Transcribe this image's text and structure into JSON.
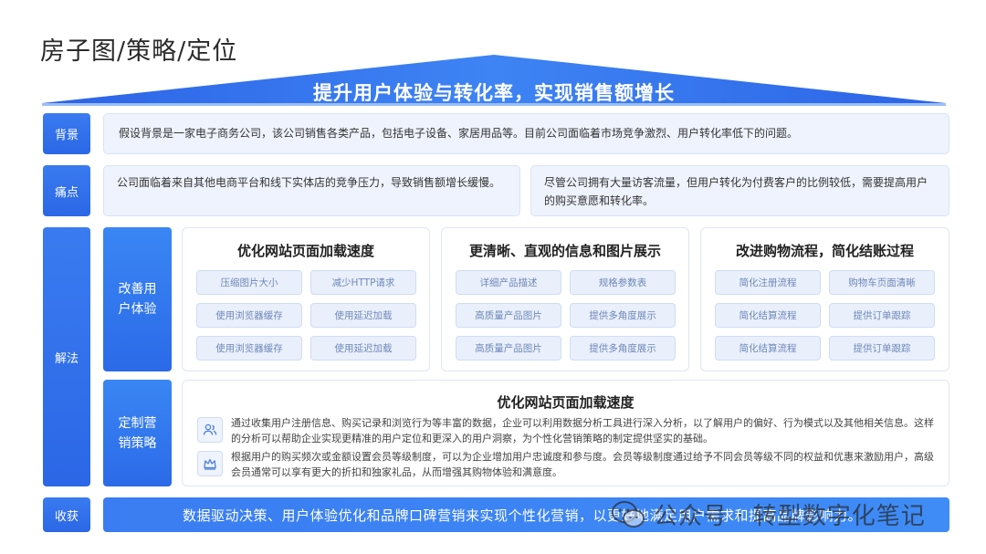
{
  "page": {
    "title": "房子图/策略/定位",
    "roof_text": "提升用户体验与转化率，实现销售额增长"
  },
  "labels": {
    "background": "背景",
    "pain_points": "痛点",
    "solution": "解法",
    "harvest": "收获"
  },
  "background": {
    "text": "假设背景是一家电子商务公司，该公司销售各类产品，包括电子设备、家居用品等。目前公司面临着市场竞争激烈、用户转化率低下的问题。"
  },
  "pain_points": {
    "left": "公司面临着来自其他电商平台和线下实体店的竞争压力，导致销售额增长缓慢。",
    "right": "尽管公司拥有大量访客流量，但用户转化为付费客户的比例较低，需要提高用户的购买意愿和转化率。"
  },
  "improve_ux": {
    "label": "改善用户体验",
    "cards": [
      {
        "title": "优化网站页面加载速度",
        "chips": [
          "压缩图片大小",
          "减少HTTP请求",
          "使用浏览器缓存",
          "使用延迟加载",
          "使用浏览器缓存",
          "使用延迟加载"
        ]
      },
      {
        "title": "更清晰、直观的信息和图片展示",
        "chips": [
          "详细产品描述",
          "规格参数表",
          "高质量产品图片",
          "提供多角度展示",
          "高质量产品图片",
          "提供多角度展示"
        ]
      },
      {
        "title": "改进购物流程，简化结账过程",
        "chips": [
          "简化注册流程",
          "购物车页面清晰",
          "简化结算流程",
          "提供订单跟踪",
          "简化结算流程",
          "提供订单跟踪"
        ]
      }
    ]
  },
  "marketing": {
    "label": "定制营销策略",
    "title": "优化网站页面加载速度",
    "items": [
      {
        "icon": "users-icon",
        "text": "通过收集用户注册信息、购买记录和浏览行为等丰富的数据，企业可以利用数据分析工具进行深入分析，以了解用户的偏好、行为模式以及其他相关信息。这样的分析可以帮助企业实现更精准的用户定位和更深入的用户洞察，为个性化营销策略的制定提供坚实的基础。"
      },
      {
        "icon": "crown-icon",
        "text": "根据用户的购买频次或金额设置会员等级制度，可以为企业增加用户忠诚度和参与度。会员等级制度通过给予不同会员等级不同的权益和优惠来激励用户，高级会员通常可以享有更大的折扣和独家礼品，从而增强其购物体验和满意度。"
      }
    ]
  },
  "harvest": {
    "text": "数据驱动决策、用户体验优化和品牌口碑营销来实现个性化营销，以更好地满足用户需求和提高品牌影响力。"
  },
  "watermark": {
    "text": "公众号 · 转型数字化笔记"
  },
  "colors": {
    "primary": "#2f6fe9",
    "panel_bg": "#eef3fd",
    "chip_bg": "#e9f0fc",
    "chip_text": "#6f87b8"
  }
}
